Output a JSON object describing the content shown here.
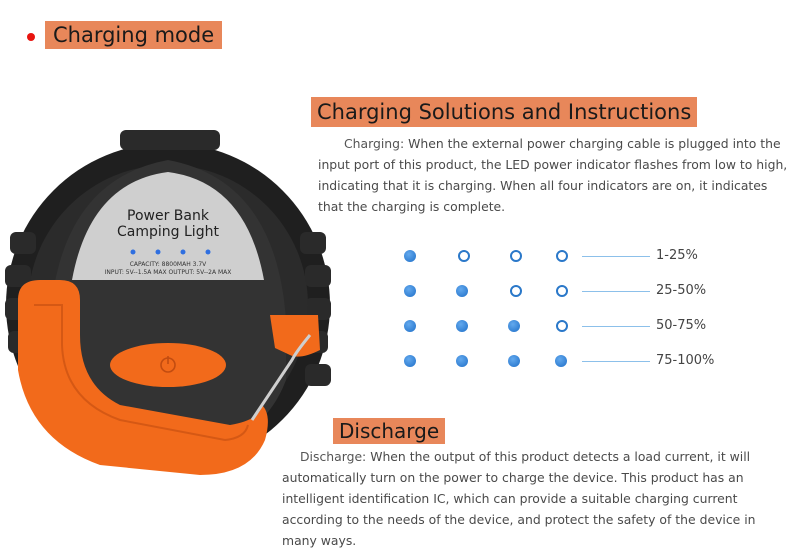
{
  "header": {
    "title": "Charging mode"
  },
  "solutions": {
    "title": "Charging Solutions and Instructions",
    "lead": "Charging:",
    "text": " When the external power charging cable is plugged into the input port of this product, the LED power indicator flashes from low to high, indicating that it is charging. When all four indicators are on, it indicates that the charging is complete."
  },
  "indicator_levels": [
    {
      "label": "1-25%",
      "lit": 1
    },
    {
      "label": "25-50%",
      "lit": 2
    },
    {
      "label": "50-75%",
      "lit": 3
    },
    {
      "label": "75-100%",
      "lit": 4
    }
  ],
  "discharge": {
    "title": "Discharge",
    "lead": "Discharge:",
    "text": " When the output of this product detects a load current, it will automatically turn on the power to charge the device. This product has an intelligent identification IC, which can provide a suitable charging current according to the needs of the device, and protect the safety of the device in many ways."
  },
  "device": {
    "label_line1": "Power Bank",
    "label_line2": "Camping Light",
    "capacity": "CAPACITY: 8800MAH 3.7V",
    "io": "INPUT: 5V--1.5A MAX   OUTPUT: 5V--2A MAX"
  },
  "colors": {
    "accent": "#e8875a",
    "bullet": "#e8140f",
    "indicator_on": "#1f6fc8",
    "handle": "#f26a1b"
  }
}
